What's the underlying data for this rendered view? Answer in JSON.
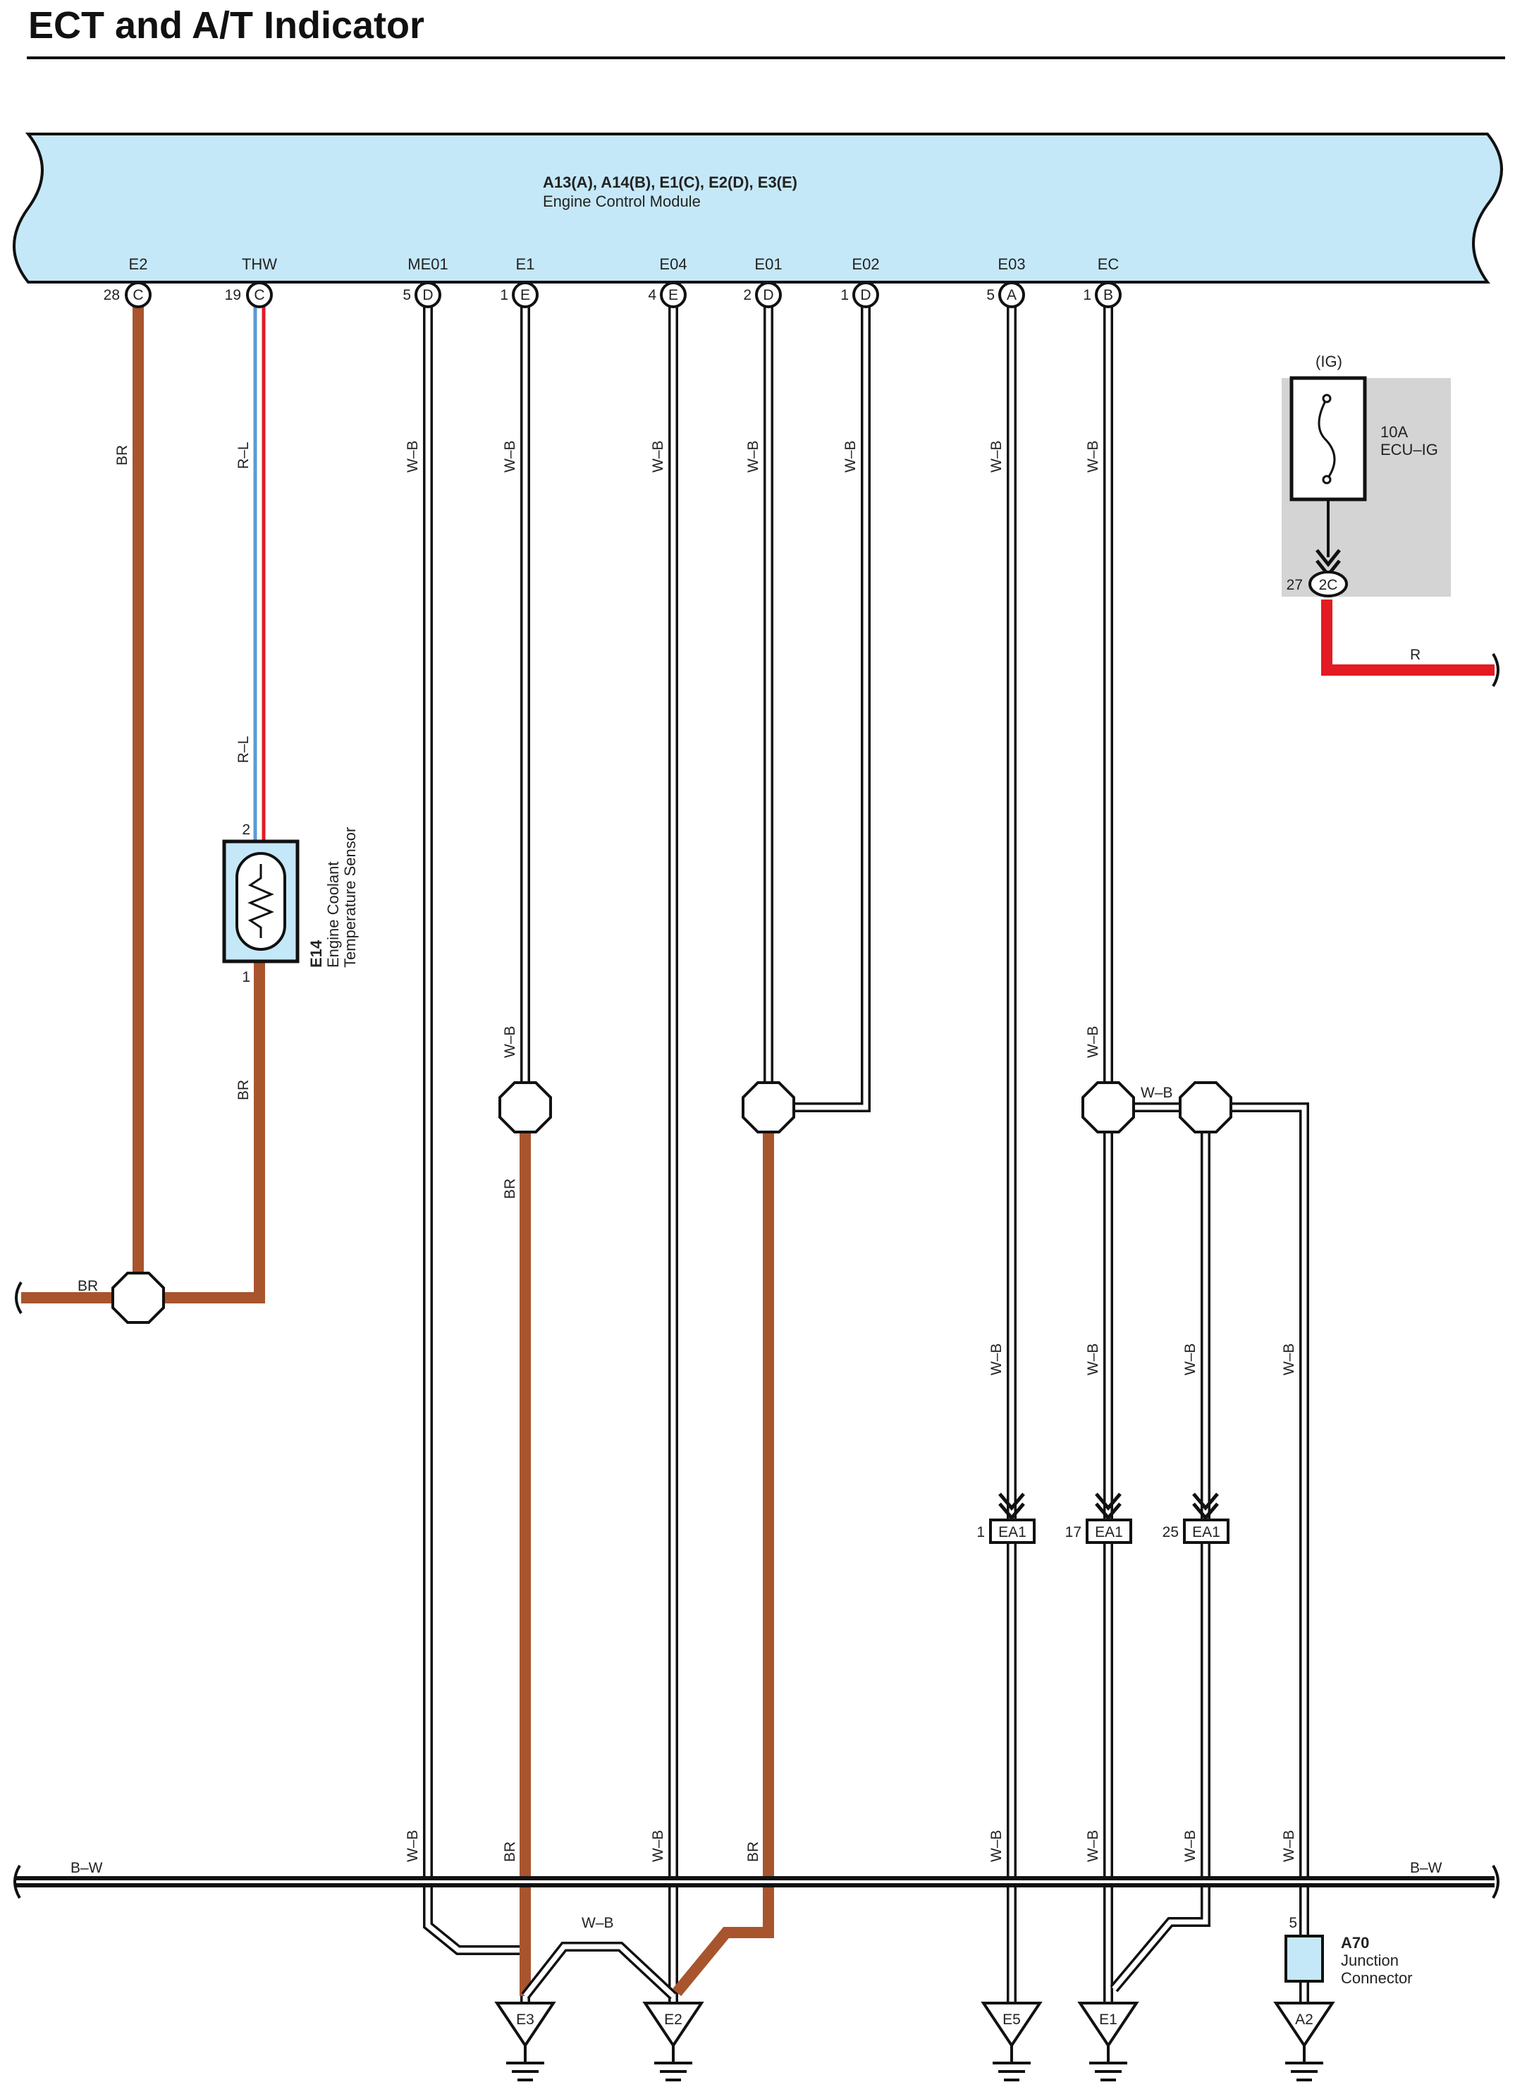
{
  "title": "ECT and A/T Indicator",
  "ecm": {
    "connectors": "A13(A), A14(B), E1(C), E2(D), E3(E)",
    "name": "Engine Control Module",
    "terminals": [
      {
        "name": "E2",
        "pin": "28",
        "conn": "C"
      },
      {
        "name": "THW",
        "pin": "19",
        "conn": "C"
      },
      {
        "name": "ME01",
        "pin": "5",
        "conn": "D"
      },
      {
        "name": "E1",
        "pin": "1",
        "conn": "E"
      },
      {
        "name": "E04",
        "pin": "4",
        "conn": "E"
      },
      {
        "name": "E01",
        "pin": "2",
        "conn": "D"
      },
      {
        "name": "E02",
        "pin": "1",
        "conn": "D"
      },
      {
        "name": "E03",
        "pin": "5",
        "conn": "A"
      },
      {
        "name": "EC",
        "pin": "1",
        "conn": "B"
      }
    ]
  },
  "fuse": {
    "ig": "(IG)",
    "amp": "10A",
    "name": "ECU–IG",
    "pin": "27",
    "conn": "2C",
    "wire": "R"
  },
  "sensor": {
    "id": "E14",
    "line1": "Engine Coolant",
    "line2": "Temperature Sensor",
    "pin_top": "2",
    "pin_bottom": "1"
  },
  "wire_colors": {
    "br": "BR",
    "rl": "R–L",
    "wb": "W–B",
    "bw": "B–W",
    "r": "R"
  },
  "ea1": [
    {
      "pin": "1",
      "label": "EA1"
    },
    {
      "pin": "17",
      "label": "EA1"
    },
    {
      "pin": "25",
      "label": "EA1"
    }
  ],
  "junction": {
    "id": "A70",
    "line1": "Junction",
    "line2": "Connector",
    "pin": "5"
  },
  "grounds": [
    "E3",
    "E2",
    "E5",
    "E1",
    "A2"
  ],
  "colors": {
    "brown": "#a8552e",
    "red": "#e31b23",
    "blue": "#5b9bd5",
    "ecm_fill": "#c5e8f8",
    "fuse_box": "#d4d4d4",
    "ink": "#111111"
  }
}
